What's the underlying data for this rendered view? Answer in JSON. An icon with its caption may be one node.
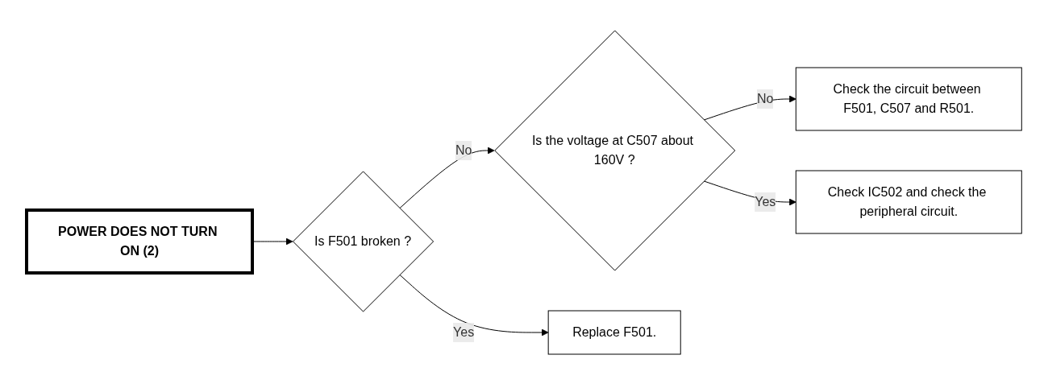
{
  "diagram": {
    "nodes": [
      {
        "text": [
          "POWER DOES NOT TURN ON (2)"
        ]
      },
      {
        "text": [
          "Is F501 broken ?"
        ]
      },
      {
        "text": [
          "Is the voltage at C507 about 160V ?"
        ]
      },
      {
        "text": [
          "Check the circuit between F501, C507 and R501."
        ]
      },
      {
        "text": [
          "Replace F501."
        ]
      },
      {
        "text": [
          "Check IC502 and check the peripheral circuit."
        ]
      }
    ],
    "edges": [
      {
        "from": 0,
        "to": 1,
        "arrow": "to"
      },
      {
        "from": 1,
        "to": 2,
        "arrow": "to",
        "label": "No"
      },
      {
        "from": 2,
        "to": 3,
        "arrow": "to",
        "label": "No"
      },
      {
        "from": 1,
        "to": 4,
        "arrow": "to",
        "label": "Yes"
      },
      {
        "from": 2,
        "to": 5,
        "arrow": "to",
        "label": "Yes"
      }
    ]
  }
}
